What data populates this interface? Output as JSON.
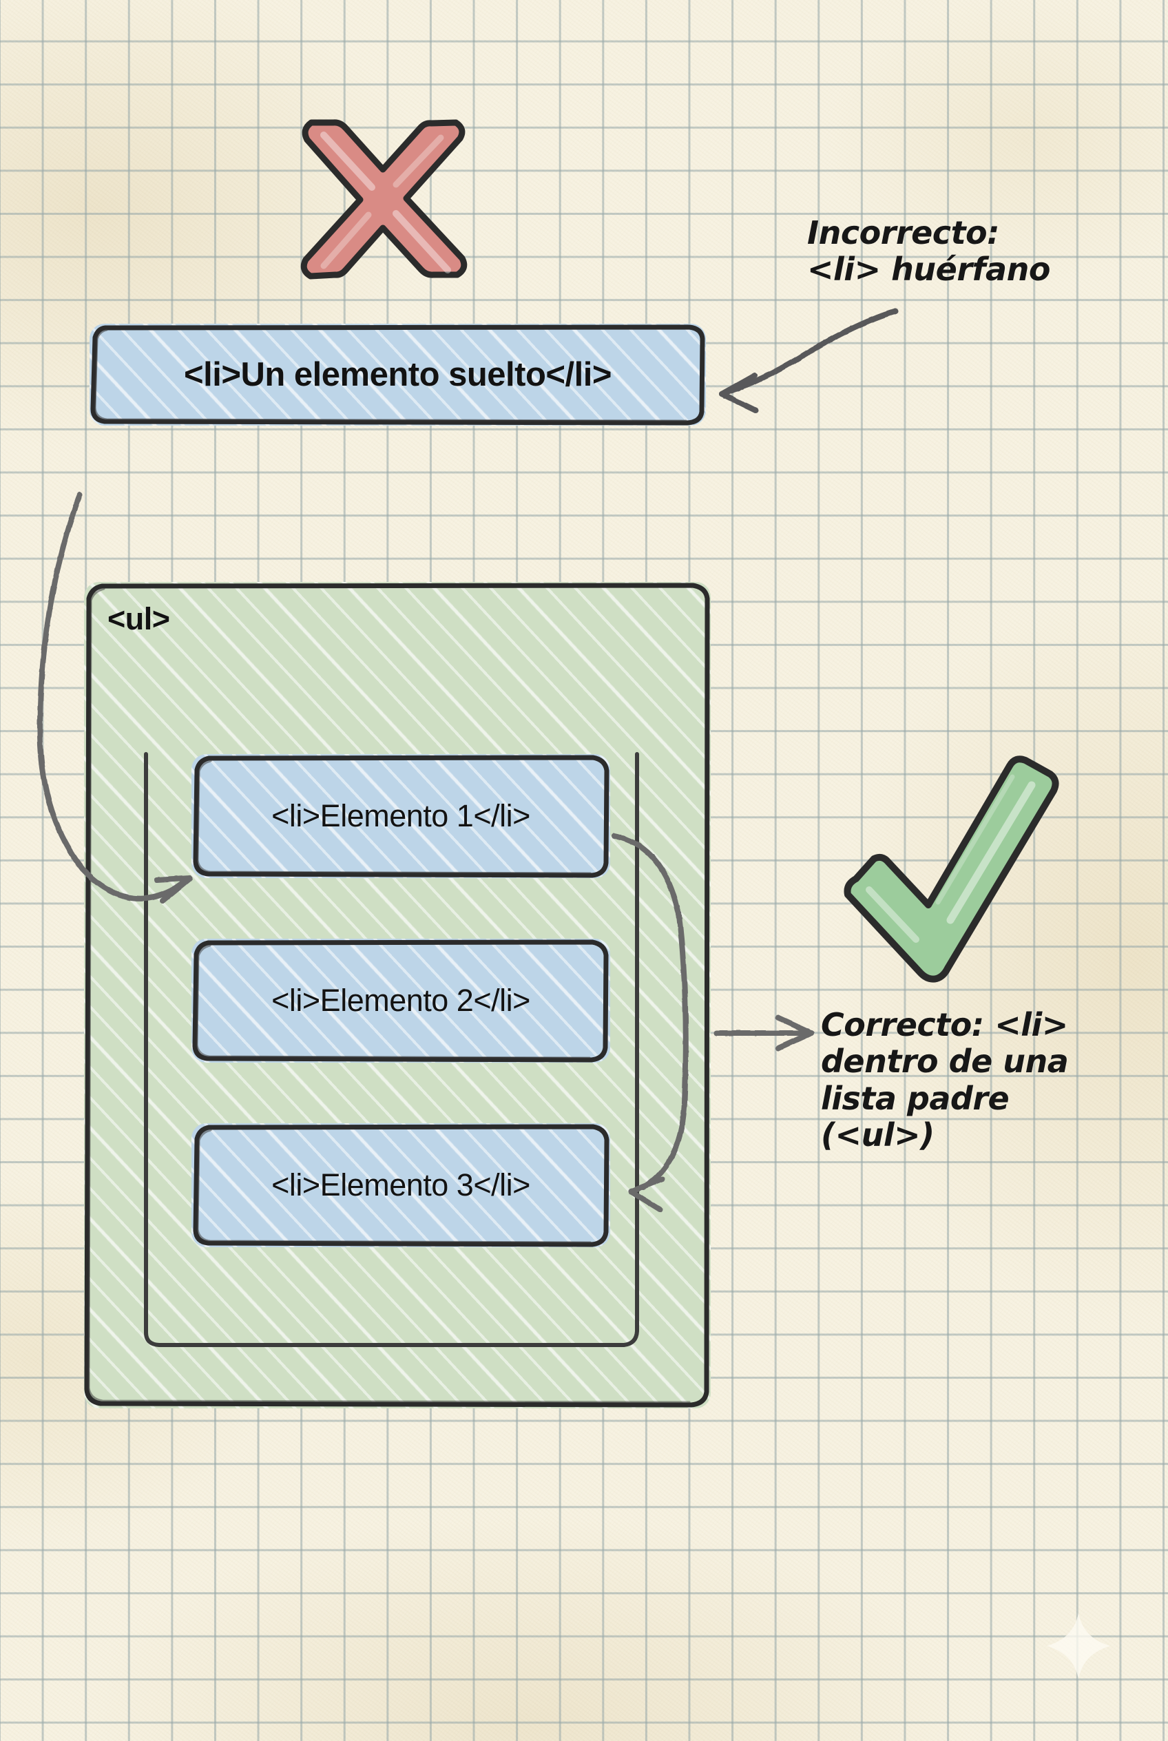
{
  "page": {
    "language": "es",
    "style": "hand-drawn notebook sketch on graph paper"
  },
  "palette": {
    "paper": "#f7f2e2",
    "grid_line": "#96a8aa",
    "ink": "#2b2b2b",
    "node_blue": "#bdd5e8",
    "container_green": "#cfdfc4",
    "cross_red": "#d98b85",
    "check_green": "#9ccc9c"
  },
  "marks": {
    "cross": {
      "name": "incorrect-cross-mark",
      "symbol": "✗",
      "color": "#d98b85"
    },
    "check": {
      "name": "correct-check-mark",
      "symbol": "✓",
      "color": "#9ccc9c"
    }
  },
  "orphan": {
    "code": "<li>Un elemento suelto</li>"
  },
  "list_container": {
    "tag_label": "<ul>",
    "items": [
      {
        "code": "<li>Elemento 1</li>"
      },
      {
        "code": "<li>Elemento 2</li>"
      },
      {
        "code": "<li>Elemento 3</li>"
      }
    ]
  },
  "annotations": {
    "incorrect": {
      "line1": "Incorrecto:",
      "line2": "<li> huérfano"
    },
    "correct": {
      "line1": "Correcto: <li>",
      "line2": "dentro de una",
      "line3": "lista padre",
      "line4": "(<ul>)"
    }
  }
}
